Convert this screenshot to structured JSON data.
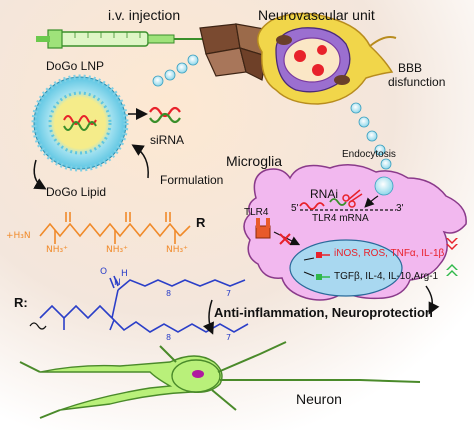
{
  "labels": {
    "iv_injection": "i.v. injection",
    "nvu": "Neurovascular unit",
    "bbb": "BBB",
    "disfunction": "disfunction",
    "dogo_lnp": "DoGo LNP",
    "sirna": "siRNA",
    "formulation": "Formulation",
    "dogo_lipid": "DoGo Lipid",
    "microglia": "Microglia",
    "endocytosis": "Endocytosis",
    "rnai": "RNAi",
    "five_prime": "5'",
    "three_prime": "3'",
    "tlr4": "TLR4",
    "tlr4_mrna": "TLR4 mRNA",
    "pro_inflammatory": "iNOS, ROS, TNFα, IL-1β",
    "anti_inflammatory": "TGFβ, IL-4, IL-10,Arg-1",
    "outcome": "Anti-inflammation, Neuroprotection",
    "neuron": "Neuron",
    "r_label": "R",
    "r_def": "R:"
  },
  "chem": {
    "h3n_plus": "+H₃N",
    "nh3_a": "NH₃⁺",
    "nh3_b": "NH₃⁺",
    "nh3_c": "NH₃⁺",
    "h_amide": "H",
    "n_amide": "N",
    "o_amide": "O",
    "sub_8a": "8",
    "sub_7a": "7",
    "sub_8b": "8",
    "sub_7b": "7"
  },
  "colors": {
    "microglia": "#f2b8ef",
    "lnp_shell": "#7fd4ea",
    "lnp_core": "#f5ec8a",
    "neuron": "#b9f07a",
    "vessel": "#8a5a3c",
    "chem_orange": "#f08a2a",
    "chem_blue": "#2b3fc8",
    "red": "#e8222b",
    "green": "#2fb84a"
  }
}
